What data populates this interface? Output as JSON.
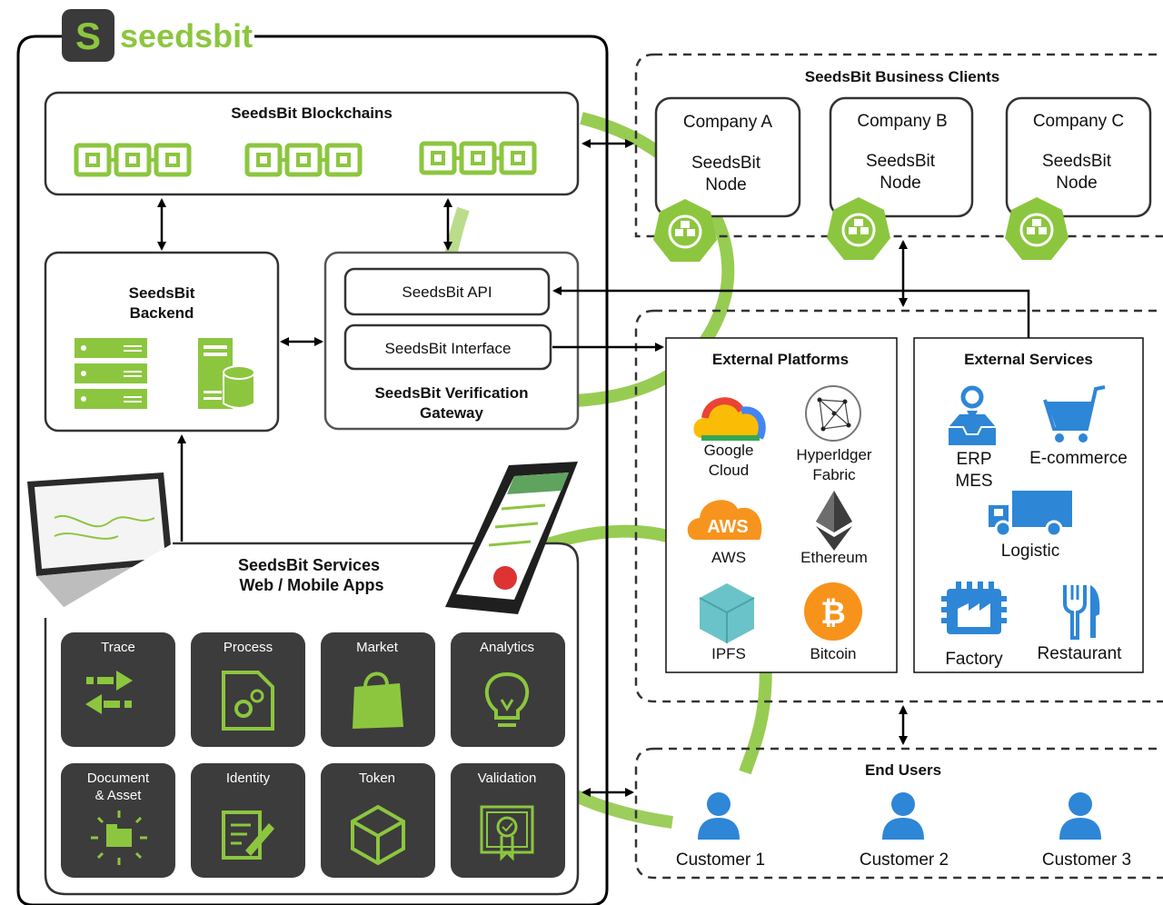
{
  "logo": {
    "text": "seedsbit",
    "mark": "S"
  },
  "blockchains": {
    "title": "SeedsBit Blockchains"
  },
  "backend": {
    "title_line1": "SeedsBit",
    "title_line2": "Backend"
  },
  "gateway": {
    "api": "SeedsBit API",
    "interface": "SeedsBit Interface",
    "title_line1": "SeedsBit Verification",
    "title_line2": "Gateway"
  },
  "services": {
    "title_line1": "SeedsBit Services",
    "title_line2": "Web / Mobile Apps",
    "tiles": [
      {
        "label": "Trace",
        "icon": "trace-arrows-icon"
      },
      {
        "label": "Process",
        "icon": "process-gears-icon"
      },
      {
        "label": "Market",
        "icon": "shopping-bag-icon"
      },
      {
        "label": "Analytics",
        "icon": "lightbulb-icon"
      },
      {
        "label": "Document",
        "label2": "& Asset",
        "icon": "folder-burst-icon"
      },
      {
        "label": "Identity",
        "icon": "document-pen-icon"
      },
      {
        "label": "Token",
        "icon": "cube-icon"
      },
      {
        "label": "Validation",
        "icon": "certificate-icon"
      }
    ]
  },
  "clients": {
    "title": "SeedsBit Business Clients",
    "companies": [
      {
        "name": "Company A",
        "node1": "SeedsBit",
        "node2": "Node"
      },
      {
        "name": "Company B",
        "node1": "SeedsBit",
        "node2": "Node"
      },
      {
        "name": "Company C",
        "node1": "SeedsBit",
        "node2": "Node"
      }
    ]
  },
  "platforms": {
    "title": "External Platforms",
    "items": {
      "google1": "Google",
      "google2": "Cloud",
      "hyper1": "Hyperldger",
      "hyper2": "Fabric",
      "aws": "AWS",
      "aws_logo": "AWS",
      "ethereum": "Ethereum",
      "ipfs": "IPFS",
      "bitcoin": "Bitcoin",
      "bitcoin_logo": "₿"
    }
  },
  "ext_services": {
    "title": "External Services",
    "erp1": "ERP",
    "erp2": "MES",
    "ecommerce": "E-commerce",
    "logistic": "Logistic",
    "factory": "Factory",
    "restaurant": "Restaurant"
  },
  "end_users": {
    "title": "End Users",
    "customers": [
      "Customer 1",
      "Customer 2",
      "Customer 3"
    ]
  },
  "colors": {
    "accent": "#8cc63f",
    "tile_bg": "#3c3c3c",
    "user_blue": "#2e86d6",
    "google_blue": "#4285f4",
    "aws_orange": "#f7941d",
    "bitcoin_orange": "#f7931a"
  }
}
